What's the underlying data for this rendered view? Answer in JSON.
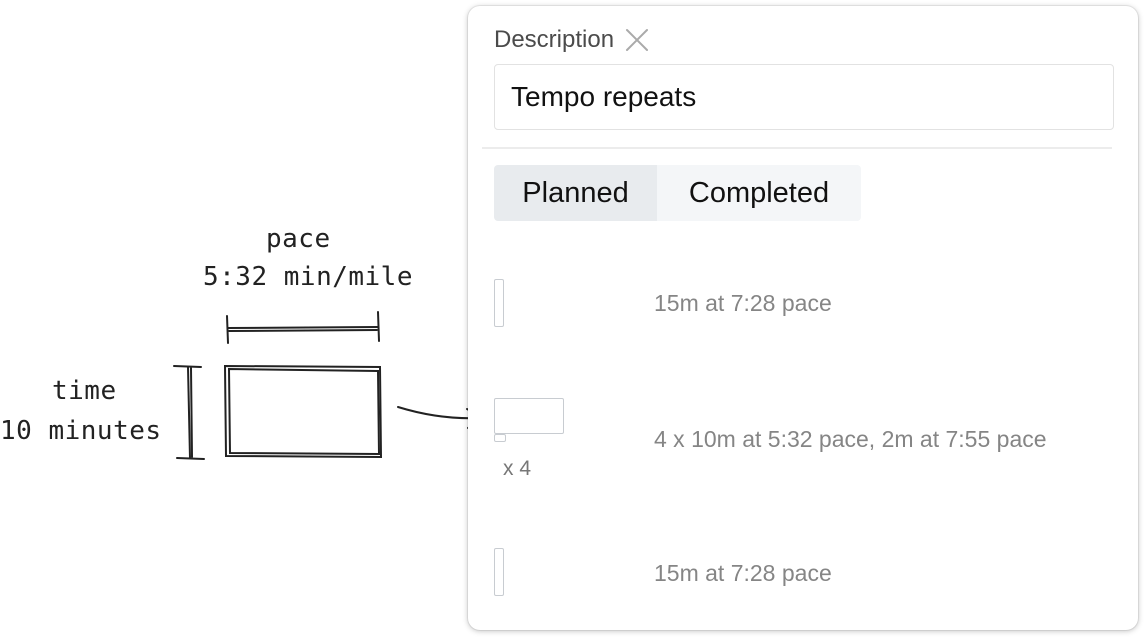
{
  "annotation": {
    "pace_label": "pace",
    "pace_value": "5:32 min/mile",
    "time_label": "time",
    "time_value": "10 minutes"
  },
  "panel": {
    "description_label": "Description",
    "description_value": "Tempo repeats",
    "tabs": [
      {
        "label": "Planned",
        "selected": true
      },
      {
        "label": "Completed",
        "selected": false
      }
    ],
    "steps": [
      {
        "text": "15m at 7:28 pace",
        "icon": "single-step-bar"
      },
      {
        "text": "4 x 10m at 5:32 pace, 2m at 7:55 pace",
        "icon": "repeat-step-bars",
        "repeat": "x 4"
      },
      {
        "text": "15m at 7:28 pace",
        "icon": "single-step-bar"
      }
    ]
  }
}
